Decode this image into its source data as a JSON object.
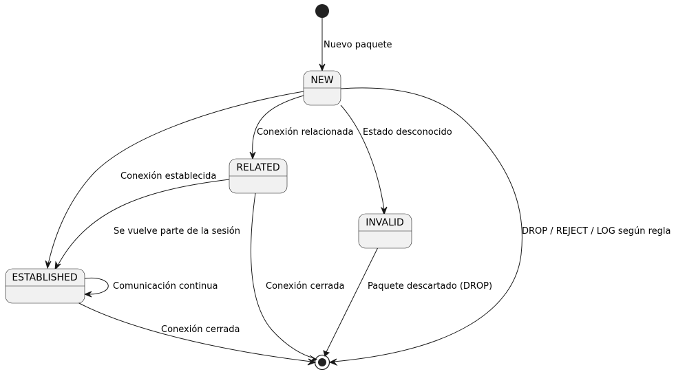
{
  "states": {
    "new": "NEW",
    "related": "RELATED",
    "invalid": "INVALID",
    "established": "ESTABLISHED"
  },
  "transitions": {
    "start_to_new": "Nuevo paquete",
    "new_to_related": "Conexión relacionada",
    "new_to_invalid": "Estado desconocido",
    "new_to_established": "Conexión establecida",
    "new_to_end": "DROP / REJECT / LOG según regla",
    "related_to_established": "Se vuelve parte de la sesión",
    "related_to_end": "Conexión cerrada",
    "established_self": "Comunicación continua",
    "invalid_to_end": "Paquete descartado (DROP)",
    "established_to_end": "Conexión cerrada"
  },
  "colors": {
    "state_fill": "#f1f1f1",
    "stroke": "#181818",
    "node": "#222222"
  }
}
